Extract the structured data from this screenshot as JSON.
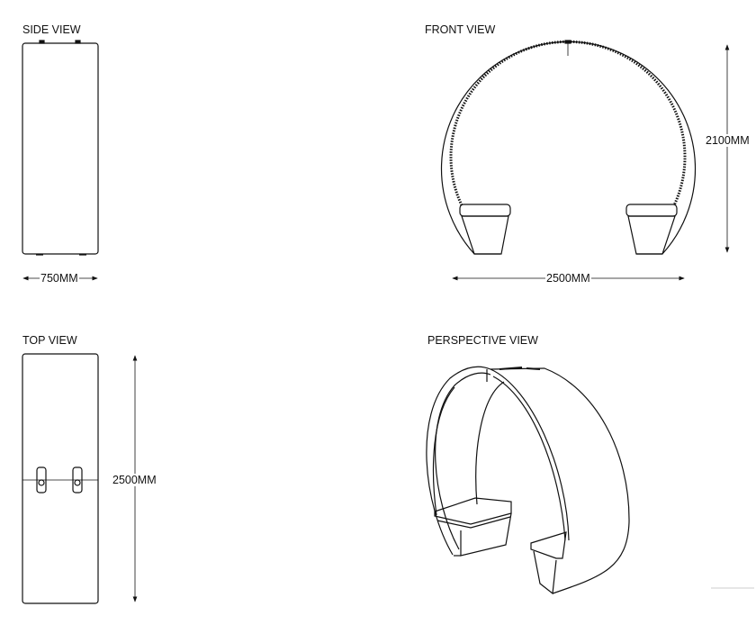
{
  "views": {
    "side": {
      "title": "SIDE VIEW",
      "width_dim": "750MM"
    },
    "front": {
      "title": "FRONT VIEW",
      "height_dim": "2100MM",
      "width_dim": "2500MM"
    },
    "top": {
      "title": "TOP VIEW",
      "length_dim": "2500MM"
    },
    "perspective": {
      "title": "PERSPECTIVE VIEW"
    }
  },
  "colors": {
    "line": "#111111",
    "background": "#ffffff"
  }
}
